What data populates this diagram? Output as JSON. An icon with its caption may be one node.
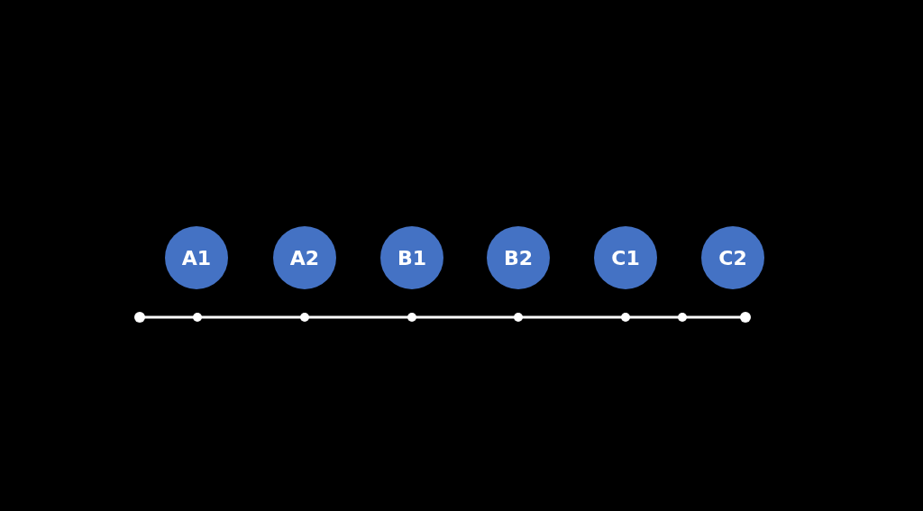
{
  "diagram": {
    "nodes": [
      {
        "text": [
          "A1"
        ]
      },
      {
        "text": [
          "A2"
        ]
      },
      {
        "text": [
          "B1"
        ]
      },
      {
        "text": [
          "B2"
        ]
      },
      {
        "text": [
          "C1"
        ]
      },
      {
        "text": [
          "C2"
        ]
      }
    ]
  }
}
